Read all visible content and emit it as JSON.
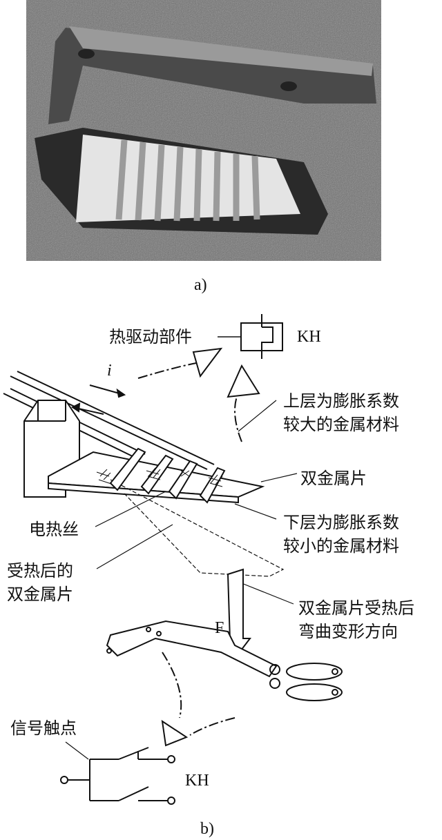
{
  "figure_a": {
    "caption": "a)"
  },
  "figure_b": {
    "caption": "b)",
    "thermal_drive_label": "热驱动部件",
    "thermal_symbol_tag": "KH",
    "current_label": "i",
    "upper_layer_label": [
      "上层为膨胀系数",
      "较大的金属材料"
    ],
    "bimetal_label": "双金属片",
    "heater_wire_label": "电热丝",
    "lower_layer_label": [
      "下层为膨胀系数",
      "较小的金属材料"
    ],
    "heated_bimetal_label": [
      "受热后的",
      "双金属片"
    ],
    "bend_direction_label": [
      "双金属片受热后",
      "弯曲变形方向"
    ],
    "force_label": "F",
    "signal_contact_label": "信号触点",
    "contact_symbol_tag": "KH"
  }
}
